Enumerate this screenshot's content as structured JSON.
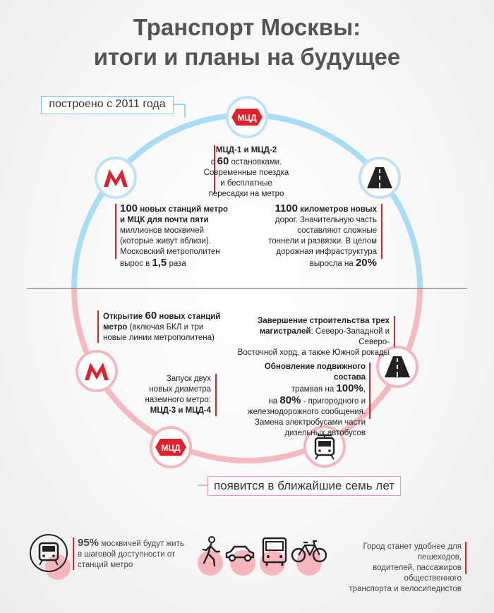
{
  "title": {
    "line1": "Транспорт Москвы:",
    "line2": "итоги и планы на будущее"
  },
  "labels": {
    "top": "построено с 2011 года",
    "bottom": "появится в ближайшие семь лет"
  },
  "icons": {
    "mcd_text": "МЦД",
    "metro_letter": "М"
  },
  "top_section": {
    "mcd": {
      "line1": "МЦД-1 и МЦД-2",
      "line2_pre": "с ",
      "line2_num": "60",
      "line2_post": " остановками.",
      "line3": "Современные поездка",
      "line4": "и бесплатные",
      "line5": "пересадки на метро"
    },
    "metro": {
      "num": "100",
      "line1_post": " новых станций метро",
      "line2": "и МЦК для почти пяти",
      "line3": "миллионов москвичей",
      "line4": "(которые живут вблизи).",
      "line5": "Московский метрополитен",
      "line6_pre": "вырос в ",
      "line6_num": "1,5",
      "line6_post": " раза"
    },
    "roads": {
      "num": "1100",
      "line1_post": " километров новых",
      "line2": "дорог. Значительную часть",
      "line3": "составляют сложные",
      "line4": "тоннели и развязки. В целом",
      "line5": "дорожная инфраструктура",
      "line6_pre": "выросла на ",
      "line6_num": "20%"
    }
  },
  "bottom_section": {
    "metro60": {
      "line1_pre": "Открытие ",
      "line1_num": "60",
      "line1_post": " новых станций",
      "line2_bold": "метро",
      "line2_post": " (включая БКЛ и три",
      "line3": "новые линии метрополитена)"
    },
    "highways": {
      "line1": "Завершение строительства трех",
      "line2_bold": "магистралей",
      "line2_post": ": Северо-Западной и Северо-",
      "line3": "Восточной хорд, а также Южной рокады"
    },
    "rolling": {
      "line1": "Обновление подвижного состава",
      "line2_pre": "трамвая на ",
      "line2_num": "100%",
      "line2_post": ",",
      "line3_pre": "на ",
      "line3_num": "80%",
      "line3_post": " - пригородного и",
      "line4": "железнодорожного сообщения.",
      "line5": "Замена электробусами части",
      "line6": "дизельных автобусов"
    },
    "mcd34": {
      "line1": "Запуск двух",
      "line2": "новых диаметра",
      "line3": "наземного метро:",
      "line4": "МЦД-3 и МЦД-4"
    }
  },
  "footer": {
    "left_num": "95%",
    "left_line1_post": " москвичей будут жить",
    "left_line2": "в шаговой доступности от",
    "left_line3": "станций метро",
    "right_line1": "Город станет удобнее для пешеходов,",
    "right_line2": "водителей, пассажиров общественного",
    "right_line3": "транспорта и велосипедистов"
  },
  "colors": {
    "accent_red": "#e2202c",
    "ring_blue": "#a9dcf5",
    "ring_pink": "#f6b9bf"
  }
}
